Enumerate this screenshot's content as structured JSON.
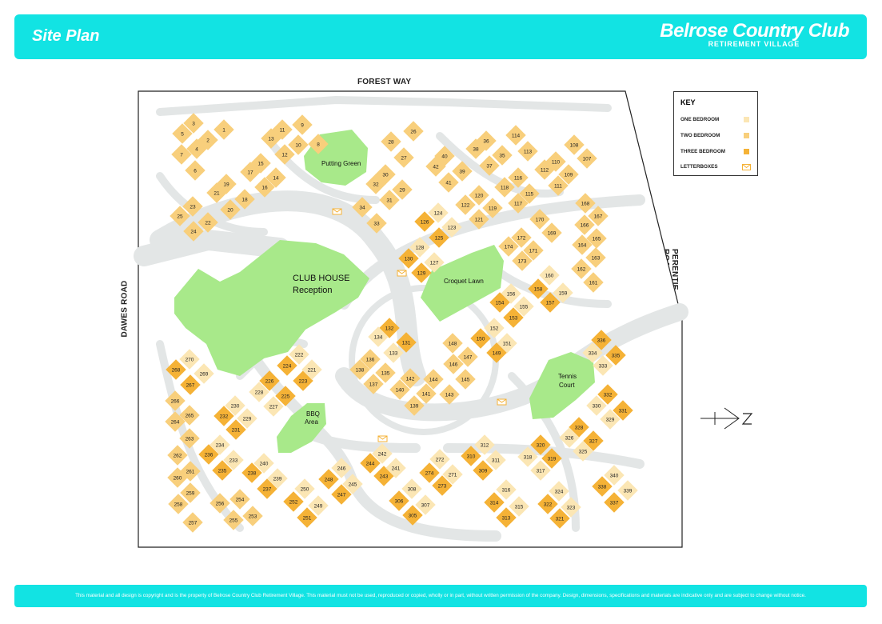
{
  "header": {
    "title": "Site Plan",
    "brand_name": "Belrose Country Club",
    "brand_sub": "RETIREMENT VILLAGE"
  },
  "roads": {
    "top": "FOREST WAY",
    "left": "DAWES ROAD",
    "right": "PERENTIE ROAD"
  },
  "key": {
    "title": "KEY",
    "items": [
      {
        "label": "ONE  BEDROOM",
        "color": "#fbe6b4"
      },
      {
        "label": "TWO BEDROOM",
        "color": "#f8cf7c"
      },
      {
        "label": "THREE BEDROOM",
        "color": "#f5b236"
      },
      {
        "label": "LETTERBOXES",
        "color": "#f5b236"
      }
    ]
  },
  "places": {
    "putting_green": "Putting Green",
    "clubhouse_1": "CLUB HOUSE",
    "clubhouse_2": "Reception",
    "croquet": "Croquet Lawn",
    "bbq_1": "BBQ",
    "bbq_2": "Area",
    "tennis_1": "Tennis",
    "tennis_2": "Court"
  },
  "colors": {
    "green": "#a8e98a",
    "path": "#e3e6e6",
    "accent": "#12e3e3"
  },
  "units": [
    [
      "1",
      280,
      162,
      2
    ],
    [
      "2",
      260,
      175,
      2
    ],
    [
      "3",
      242,
      154,
      2
    ],
    [
      "4",
      246,
      186,
      2
    ],
    [
      "5",
      228,
      167,
      2
    ],
    [
      "6",
      244,
      213,
      2
    ],
    [
      "7",
      227,
      193,
      2
    ],
    [
      "8",
      398,
      180,
      2
    ],
    [
      "9",
      378,
      156,
      2
    ],
    [
      "10",
      373,
      181,
      2
    ],
    [
      "11",
      353,
      162,
      2
    ],
    [
      "12",
      356,
      193,
      2
    ],
    [
      "13",
      339,
      173,
      2
    ],
    [
      "14",
      345,
      222,
      2
    ],
    [
      "15",
      326,
      204,
      2
    ],
    [
      "16",
      331,
      234,
      2
    ],
    [
      "17",
      313,
      215,
      2
    ],
    [
      "18",
      306,
      249,
      2
    ],
    [
      "19",
      283,
      230,
      2
    ],
    [
      "20",
      288,
      262,
      2
    ],
    [
      "21",
      271,
      241,
      2
    ],
    [
      "22",
      260,
      278,
      2
    ],
    [
      "23",
      241,
      258,
      2
    ],
    [
      "24",
      242,
      289,
      2
    ],
    [
      "25",
      225,
      270,
      2
    ],
    [
      "26",
      517,
      164,
      2
    ],
    [
      "27",
      505,
      197,
      2
    ],
    [
      "28",
      489,
      177,
      2
    ],
    [
      "29",
      503,
      237,
      2
    ],
    [
      "30",
      482,
      218,
      2
    ],
    [
      "31",
      487,
      250,
      2
    ],
    [
      "32",
      470,
      230,
      2
    ],
    [
      "33",
      471,
      279,
      2
    ],
    [
      "34",
      453,
      259,
      2
    ],
    [
      "35",
      628,
      194,
      2
    ],
    [
      "36",
      608,
      176,
      2
    ],
    [
      "37",
      612,
      207,
      2
    ],
    [
      "38",
      595,
      186,
      2
    ],
    [
      "39",
      578,
      214,
      2
    ],
    [
      "40",
      556,
      195,
      2
    ],
    [
      "41",
      561,
      228,
      2
    ],
    [
      "42",
      545,
      208,
      2
    ],
    [
      "113",
      660,
      189,
      2
    ],
    [
      "114",
      645,
      169,
      2
    ],
    [
      "115",
      662,
      242,
      2
    ],
    [
      "116",
      648,
      222,
      2
    ],
    [
      "117",
      648,
      254,
      2
    ],
    [
      "118",
      631,
      234,
      2
    ],
    [
      "119",
      616,
      260,
      2
    ],
    [
      "120",
      599,
      244,
      2
    ],
    [
      "121",
      599,
      274,
      2
    ],
    [
      "122",
      582,
      256,
      2
    ],
    [
      "107",
      734,
      198,
      2
    ],
    [
      "108",
      718,
      181,
      2
    ],
    [
      "109",
      711,
      218,
      2
    ],
    [
      "110",
      695,
      202,
      2
    ],
    [
      "111",
      698,
      232,
      2
    ],
    [
      "112",
      681,
      212,
      2
    ],
    [
      "123",
      565,
      284,
      1
    ],
    [
      "124",
      548,
      266,
      1
    ],
    [
      "125",
      549,
      297,
      3
    ],
    [
      "126",
      531,
      277,
      3
    ],
    [
      "127",
      543,
      328,
      1
    ],
    [
      "128",
      525,
      309,
      1
    ],
    [
      "129",
      527,
      341,
      3
    ],
    [
      "130",
      511,
      323,
      3
    ],
    [
      "161",
      742,
      353,
      2
    ],
    [
      "162",
      727,
      336,
      2
    ],
    [
      "163",
      745,
      322,
      2
    ],
    [
      "164",
      728,
      306,
      2
    ],
    [
      "165",
      746,
      298,
      2
    ],
    [
      "166",
      731,
      281,
      2
    ],
    [
      "167",
      748,
      270,
      2
    ],
    [
      "168",
      732,
      254,
      2
    ],
    [
      "169",
      690,
      291,
      2
    ],
    [
      "170",
      675,
      274,
      2
    ],
    [
      "171",
      667,
      313,
      2
    ],
    [
      "172",
      652,
      297,
      2
    ],
    [
      "173",
      653,
      326,
      2
    ],
    [
      "174",
      636,
      308,
      2
    ],
    [
      "155",
      655,
      383,
      1
    ],
    [
      "156",
      639,
      367,
      1
    ],
    [
      "157",
      688,
      378,
      3
    ],
    [
      "158",
      673,
      361,
      3
    ],
    [
      "159",
      704,
      366,
      1
    ],
    [
      "160",
      687,
      344,
      1
    ],
    [
      "153",
      642,
      397,
      3
    ],
    [
      "154",
      625,
      378,
      3
    ],
    [
      "151",
      634,
      429,
      1
    ],
    [
      "152",
      618,
      410,
      1
    ],
    [
      "149",
      621,
      441,
      3
    ],
    [
      "150",
      601,
      423,
      3
    ],
    [
      "145",
      582,
      474,
      2
    ],
    [
      "146",
      567,
      455,
      2
    ],
    [
      "147",
      585,
      446,
      2
    ],
    [
      "148",
      566,
      429,
      2
    ],
    [
      "143",
      562,
      493,
      2
    ],
    [
      "144",
      542,
      474,
      2
    ],
    [
      "141",
      533,
      492,
      2
    ],
    [
      "142",
      513,
      473,
      2
    ],
    [
      "139",
      518,
      507,
      2
    ],
    [
      "140",
      500,
      487,
      2
    ],
    [
      "131",
      508,
      428,
      3
    ],
    [
      "132",
      487,
      410,
      3
    ],
    [
      "133",
      492,
      441,
      1
    ],
    [
      "134",
      473,
      421,
      1
    ],
    [
      "135",
      482,
      466,
      2
    ],
    [
      "136",
      463,
      449,
      2
    ],
    [
      "137",
      467,
      480,
      2
    ],
    [
      "138",
      450,
      462,
      2
    ],
    [
      "336",
      752,
      425,
      3
    ],
    [
      "335",
      770,
      444,
      3
    ],
    [
      "334",
      741,
      441,
      1
    ],
    [
      "333",
      754,
      457,
      1
    ],
    [
      "331",
      779,
      513,
      3
    ],
    [
      "332",
      760,
      493,
      3
    ],
    [
      "330",
      746,
      507,
      1
    ],
    [
      "329",
      763,
      524,
      1
    ],
    [
      "327",
      742,
      551,
      3
    ],
    [
      "328",
      724,
      534,
      3
    ],
    [
      "326",
      712,
      547,
      1
    ],
    [
      "325",
      729,
      564,
      1
    ],
    [
      "320",
      676,
      556,
      3
    ],
    [
      "319",
      690,
      573,
      3
    ],
    [
      "318",
      660,
      571,
      1
    ],
    [
      "317",
      676,
      588,
      1
    ],
    [
      "312",
      606,
      556,
      1
    ],
    [
      "311",
      620,
      575,
      1
    ],
    [
      "310",
      589,
      570,
      3
    ],
    [
      "309",
      604,
      588,
      3
    ],
    [
      "274",
      537,
      591,
      3
    ],
    [
      "273",
      553,
      607,
      3
    ],
    [
      "272",
      550,
      574,
      1
    ],
    [
      "271",
      566,
      593,
      1
    ],
    [
      "340",
      768,
      594,
      1
    ],
    [
      "339",
      785,
      613,
      1
    ],
    [
      "338",
      753,
      608,
      3
    ],
    [
      "337",
      768,
      628,
      3
    ],
    [
      "324",
      699,
      614,
      1
    ],
    [
      "323",
      714,
      634,
      1
    ],
    [
      "322",
      685,
      630,
      3
    ],
    [
      "321",
      700,
      648,
      3
    ],
    [
      "316",
      633,
      612,
      1
    ],
    [
      "315",
      649,
      633,
      1
    ],
    [
      "314",
      618,
      628,
      3
    ],
    [
      "313",
      633,
      647,
      3
    ],
    [
      "308",
      515,
      611,
      1
    ],
    [
      "307",
      532,
      631,
      1
    ],
    [
      "306",
      499,
      626,
      3
    ],
    [
      "305",
      516,
      644,
      3
    ],
    [
      "270",
      237,
      449,
      1
    ],
    [
      "269",
      255,
      467,
      1
    ],
    [
      "268",
      220,
      462,
      3
    ],
    [
      "267",
      238,
      481,
      3
    ],
    [
      "266",
      219,
      501,
      2
    ],
    [
      "265",
      237,
      519,
      2
    ],
    [
      "264",
      219,
      527,
      2
    ],
    [
      "263",
      237,
      548,
      2
    ],
    [
      "262",
      222,
      569,
      2
    ],
    [
      "261",
      238,
      589,
      2
    ],
    [
      "260",
      222,
      597,
      2
    ],
    [
      "259",
      238,
      616,
      2
    ],
    [
      "258",
      223,
      630,
      2
    ],
    [
      "257",
      241,
      653,
      2
    ],
    [
      "256",
      275,
      629,
      2
    ],
    [
      "255",
      292,
      650,
      2
    ],
    [
      "254",
      300,
      624,
      2
    ],
    [
      "253",
      316,
      645,
      2
    ],
    [
      "252",
      367,
      627,
      3
    ],
    [
      "251",
      384,
      647,
      3
    ],
    [
      "250",
      381,
      611,
      1
    ],
    [
      "249",
      398,
      632,
      1
    ],
    [
      "248",
      411,
      599,
      3
    ],
    [
      "247",
      427,
      618,
      3
    ],
    [
      "246",
      427,
      585,
      1
    ],
    [
      "245",
      441,
      605,
      1
    ],
    [
      "244",
      463,
      579,
      3
    ],
    [
      "243",
      480,
      595,
      3
    ],
    [
      "242",
      478,
      567,
      1
    ],
    [
      "241",
      495,
      585,
      1
    ],
    [
      "240",
      330,
      579,
      1
    ],
    [
      "239",
      347,
      598,
      1
    ],
    [
      "238",
      315,
      591,
      3
    ],
    [
      "237",
      334,
      611,
      3
    ],
    [
      "236",
      261,
      568,
      3
    ],
    [
      "235",
      278,
      588,
      3
    ],
    [
      "234",
      275,
      556,
      1
    ],
    [
      "233",
      292,
      575,
      1
    ],
    [
      "232",
      280,
      520,
      3
    ],
    [
      "231",
      295,
      537,
      3
    ],
    [
      "230",
      294,
      507,
      1
    ],
    [
      "229",
      309,
      523,
      1
    ],
    [
      "228",
      324,
      490,
      1
    ],
    [
      "227",
      342,
      508,
      1
    ],
    [
      "226",
      337,
      476,
      3
    ],
    [
      "225",
      357,
      495,
      3
    ],
    [
      "224",
      359,
      457,
      3
    ],
    [
      "223",
      379,
      476,
      3
    ],
    [
      "222",
      374,
      443,
      1
    ],
    [
      "221",
      390,
      462,
      1
    ]
  ]
}
